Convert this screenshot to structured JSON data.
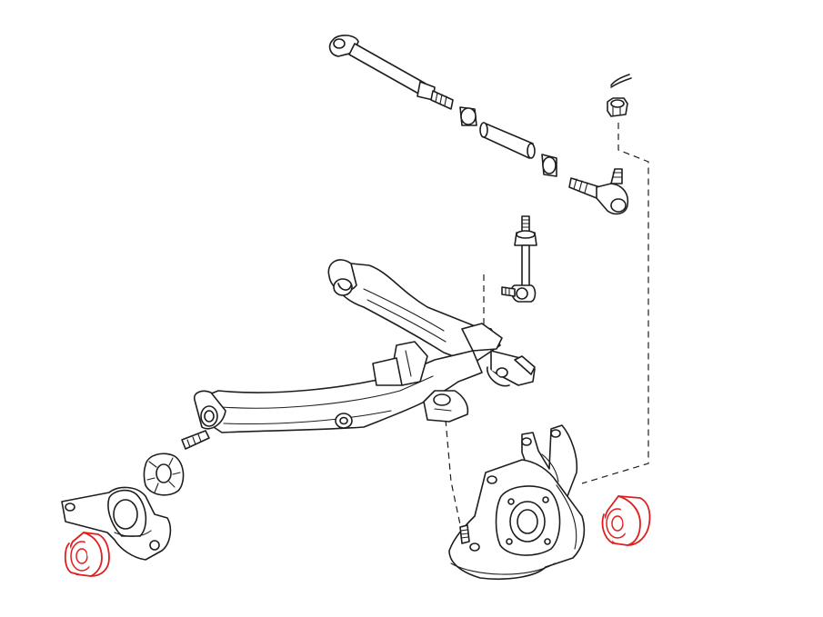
{
  "colors": {
    "line": "#1e1e1e",
    "highlight": "#e01e1e",
    "background": "#ffffff"
  },
  "parts": [
    {
      "id": "upper-toe-link",
      "icon": "link-rod-icon",
      "highlighted": false
    },
    {
      "id": "link-bushings",
      "icon": "bushing-icon",
      "highlighted": false
    },
    {
      "id": "link-spacer",
      "icon": "spacer-sleeve-icon",
      "highlighted": false
    },
    {
      "id": "outer-ball-joint",
      "icon": "ball-joint-icon",
      "highlighted": false
    },
    {
      "id": "castle-nut",
      "icon": "nut-icon",
      "highlighted": false
    },
    {
      "id": "cotter-pin",
      "icon": "cotter-pin-icon",
      "highlighted": false
    },
    {
      "id": "stabilizer-link",
      "icon": "stabilizer-link-icon",
      "highlighted": false
    },
    {
      "id": "lower-control-arm",
      "icon": "control-arm-icon",
      "highlighted": false
    },
    {
      "id": "cam-washer",
      "icon": "washer-icon",
      "highlighted": false
    },
    {
      "id": "bushing-bracket",
      "icon": "bracket-icon",
      "highlighted": false
    },
    {
      "id": "front-arm-bushing",
      "icon": "bushing-icon",
      "highlighted": true
    },
    {
      "id": "steering-knuckle",
      "icon": "knuckle-icon",
      "highlighted": false
    },
    {
      "id": "knuckle-bushing",
      "icon": "bushing-icon",
      "highlighted": true
    }
  ]
}
